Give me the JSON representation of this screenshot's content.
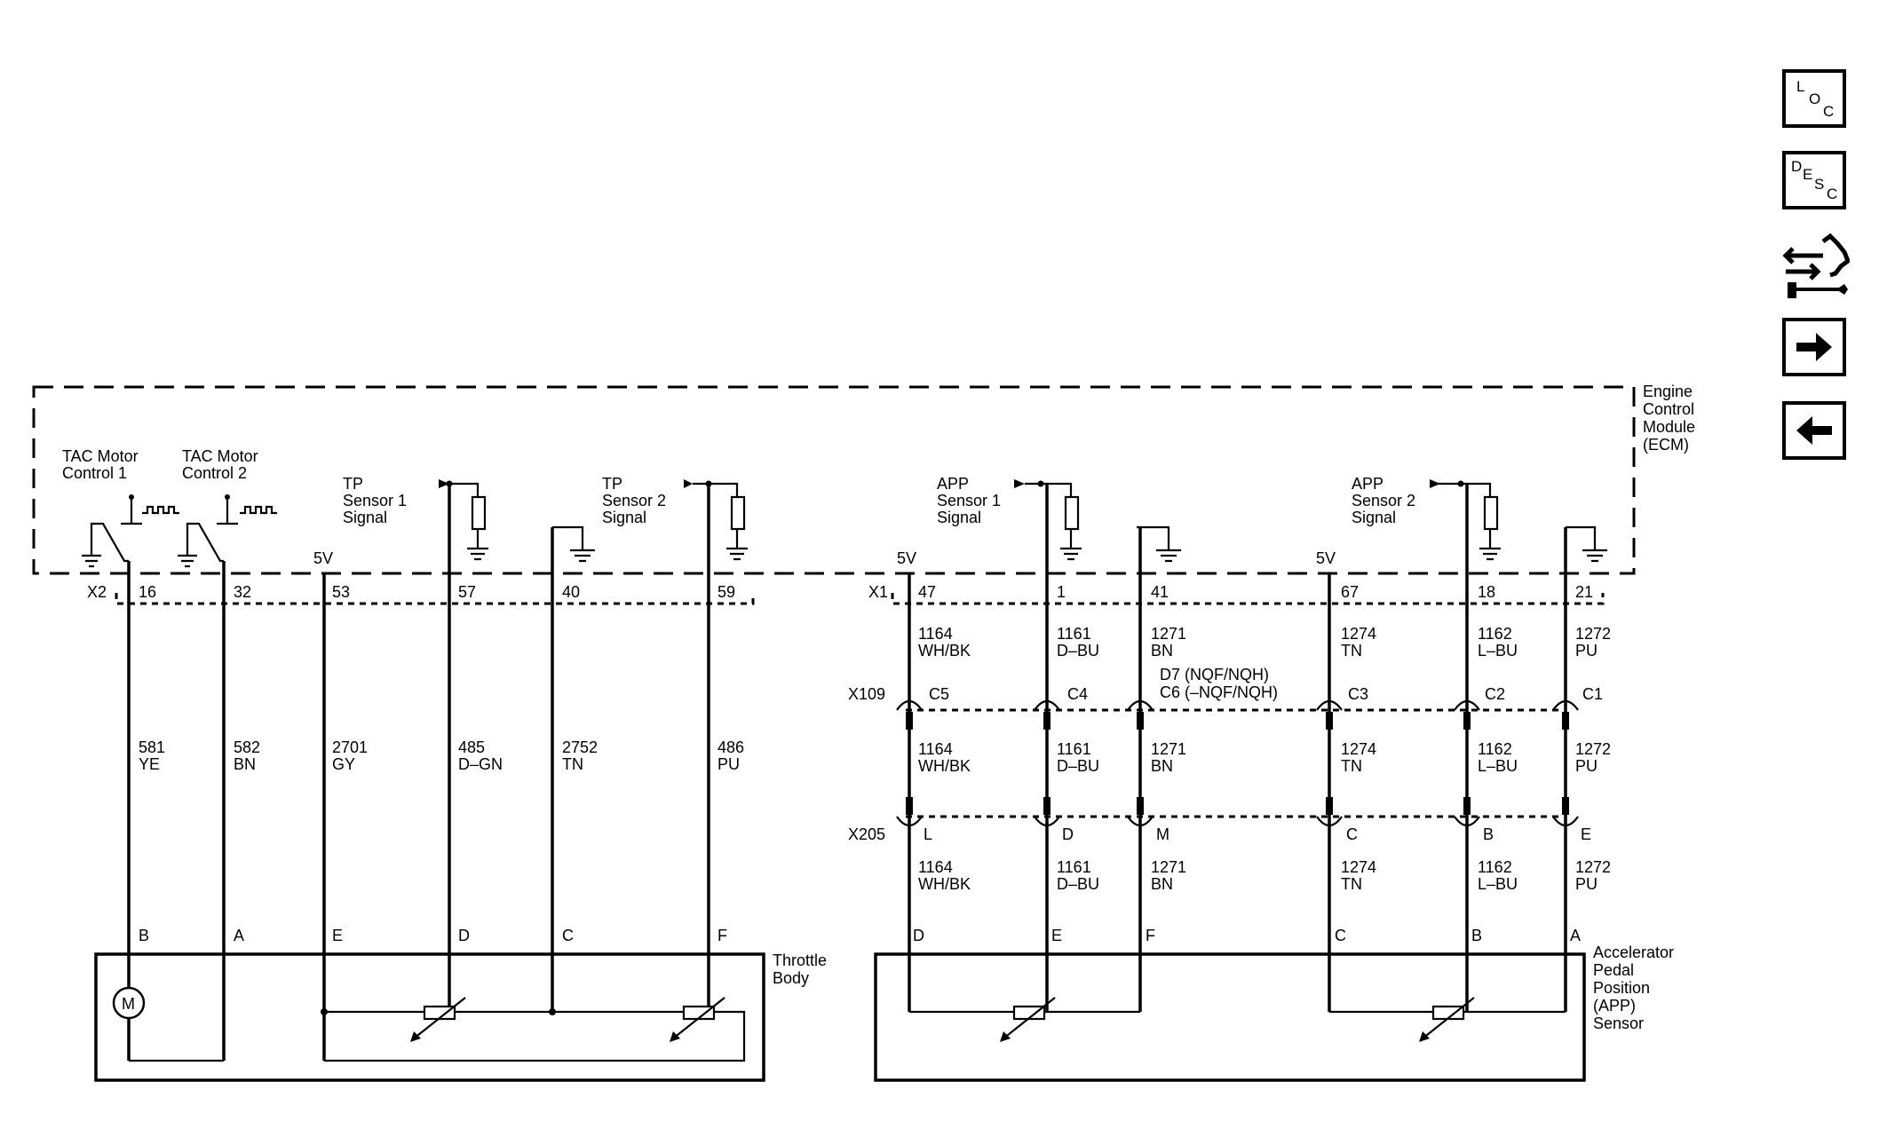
{
  "nav": {
    "loc": {
      "l1": "L",
      "l2": "O",
      "l3": "C"
    },
    "desc": {
      "l1": "D",
      "l2": "E",
      "l3": "S",
      "l4": "C"
    }
  },
  "ecm": {
    "label_lines": [
      "Engine",
      "Control",
      "Module",
      "(ECM)"
    ]
  },
  "tac": {
    "motor1": [
      "TAC Motor",
      "Control 1"
    ],
    "motor2": [
      "TAC Motor",
      "Control 2"
    ]
  },
  "signals": {
    "tp1": [
      "TP",
      "Sensor 1",
      "Signal"
    ],
    "tp2": [
      "TP",
      "Sensor 2",
      "Signal"
    ],
    "app1": [
      "APP",
      "Sensor 1",
      "Signal"
    ],
    "app2": [
      "APP",
      "Sensor 2",
      "Signal"
    ],
    "five_v": "5V"
  },
  "connectors": {
    "x2": "X2",
    "x1": "X1",
    "x109": "X109",
    "x205": "X205"
  },
  "left_wires": [
    {
      "pin": "16",
      "circuit": "581",
      "color": "YE",
      "comp_pin": "B"
    },
    {
      "pin": "32",
      "circuit": "582",
      "color": "BN",
      "comp_pin": "A"
    },
    {
      "pin": "53",
      "circuit": "2701",
      "color": "GY",
      "comp_pin": "E"
    },
    {
      "pin": "57",
      "circuit": "485",
      "color": "D–GN",
      "comp_pin": "D"
    },
    {
      "pin": "40",
      "circuit": "2752",
      "color": "TN",
      "comp_pin": "C"
    },
    {
      "pin": "59",
      "circuit": "486",
      "color": "PU",
      "comp_pin": "F"
    }
  ],
  "right_wires": [
    {
      "pin": "47",
      "circuit": "1164",
      "color": "WH/BK",
      "x109_pin": "C5",
      "x205_pin": "L",
      "comp_pin": "D"
    },
    {
      "pin": "1",
      "circuit": "1161",
      "color": "D–BU",
      "x109_pin": "C4",
      "x205_pin": "D",
      "comp_pin": "E"
    },
    {
      "pin": "41",
      "circuit": "1271",
      "color": "BN",
      "x109_pin": "",
      "x205_pin": "M",
      "comp_pin": "F"
    },
    {
      "pin": "67",
      "circuit": "1274",
      "color": "TN",
      "x109_pin": "C3",
      "x205_pin": "C",
      "comp_pin": "C"
    },
    {
      "pin": "18",
      "circuit": "1162",
      "color": "L–BU",
      "x109_pin": "C2",
      "x205_pin": "B",
      "comp_pin": "B"
    },
    {
      "pin": "21",
      "circuit": "1272",
      "color": "PU",
      "x109_pin": "C1",
      "x205_pin": "E",
      "comp_pin": "A"
    }
  ],
  "x109_note": [
    "D7 (NQF/NQH)",
    "C6 (–NQF/NQH)"
  ],
  "throttle_body": {
    "label_lines": [
      "Throttle",
      "Body"
    ],
    "motor_symbol": "M"
  },
  "app_sensor": {
    "label_lines": [
      "Accelerator",
      "Pedal",
      "Position",
      "(APP)",
      "Sensor"
    ]
  }
}
